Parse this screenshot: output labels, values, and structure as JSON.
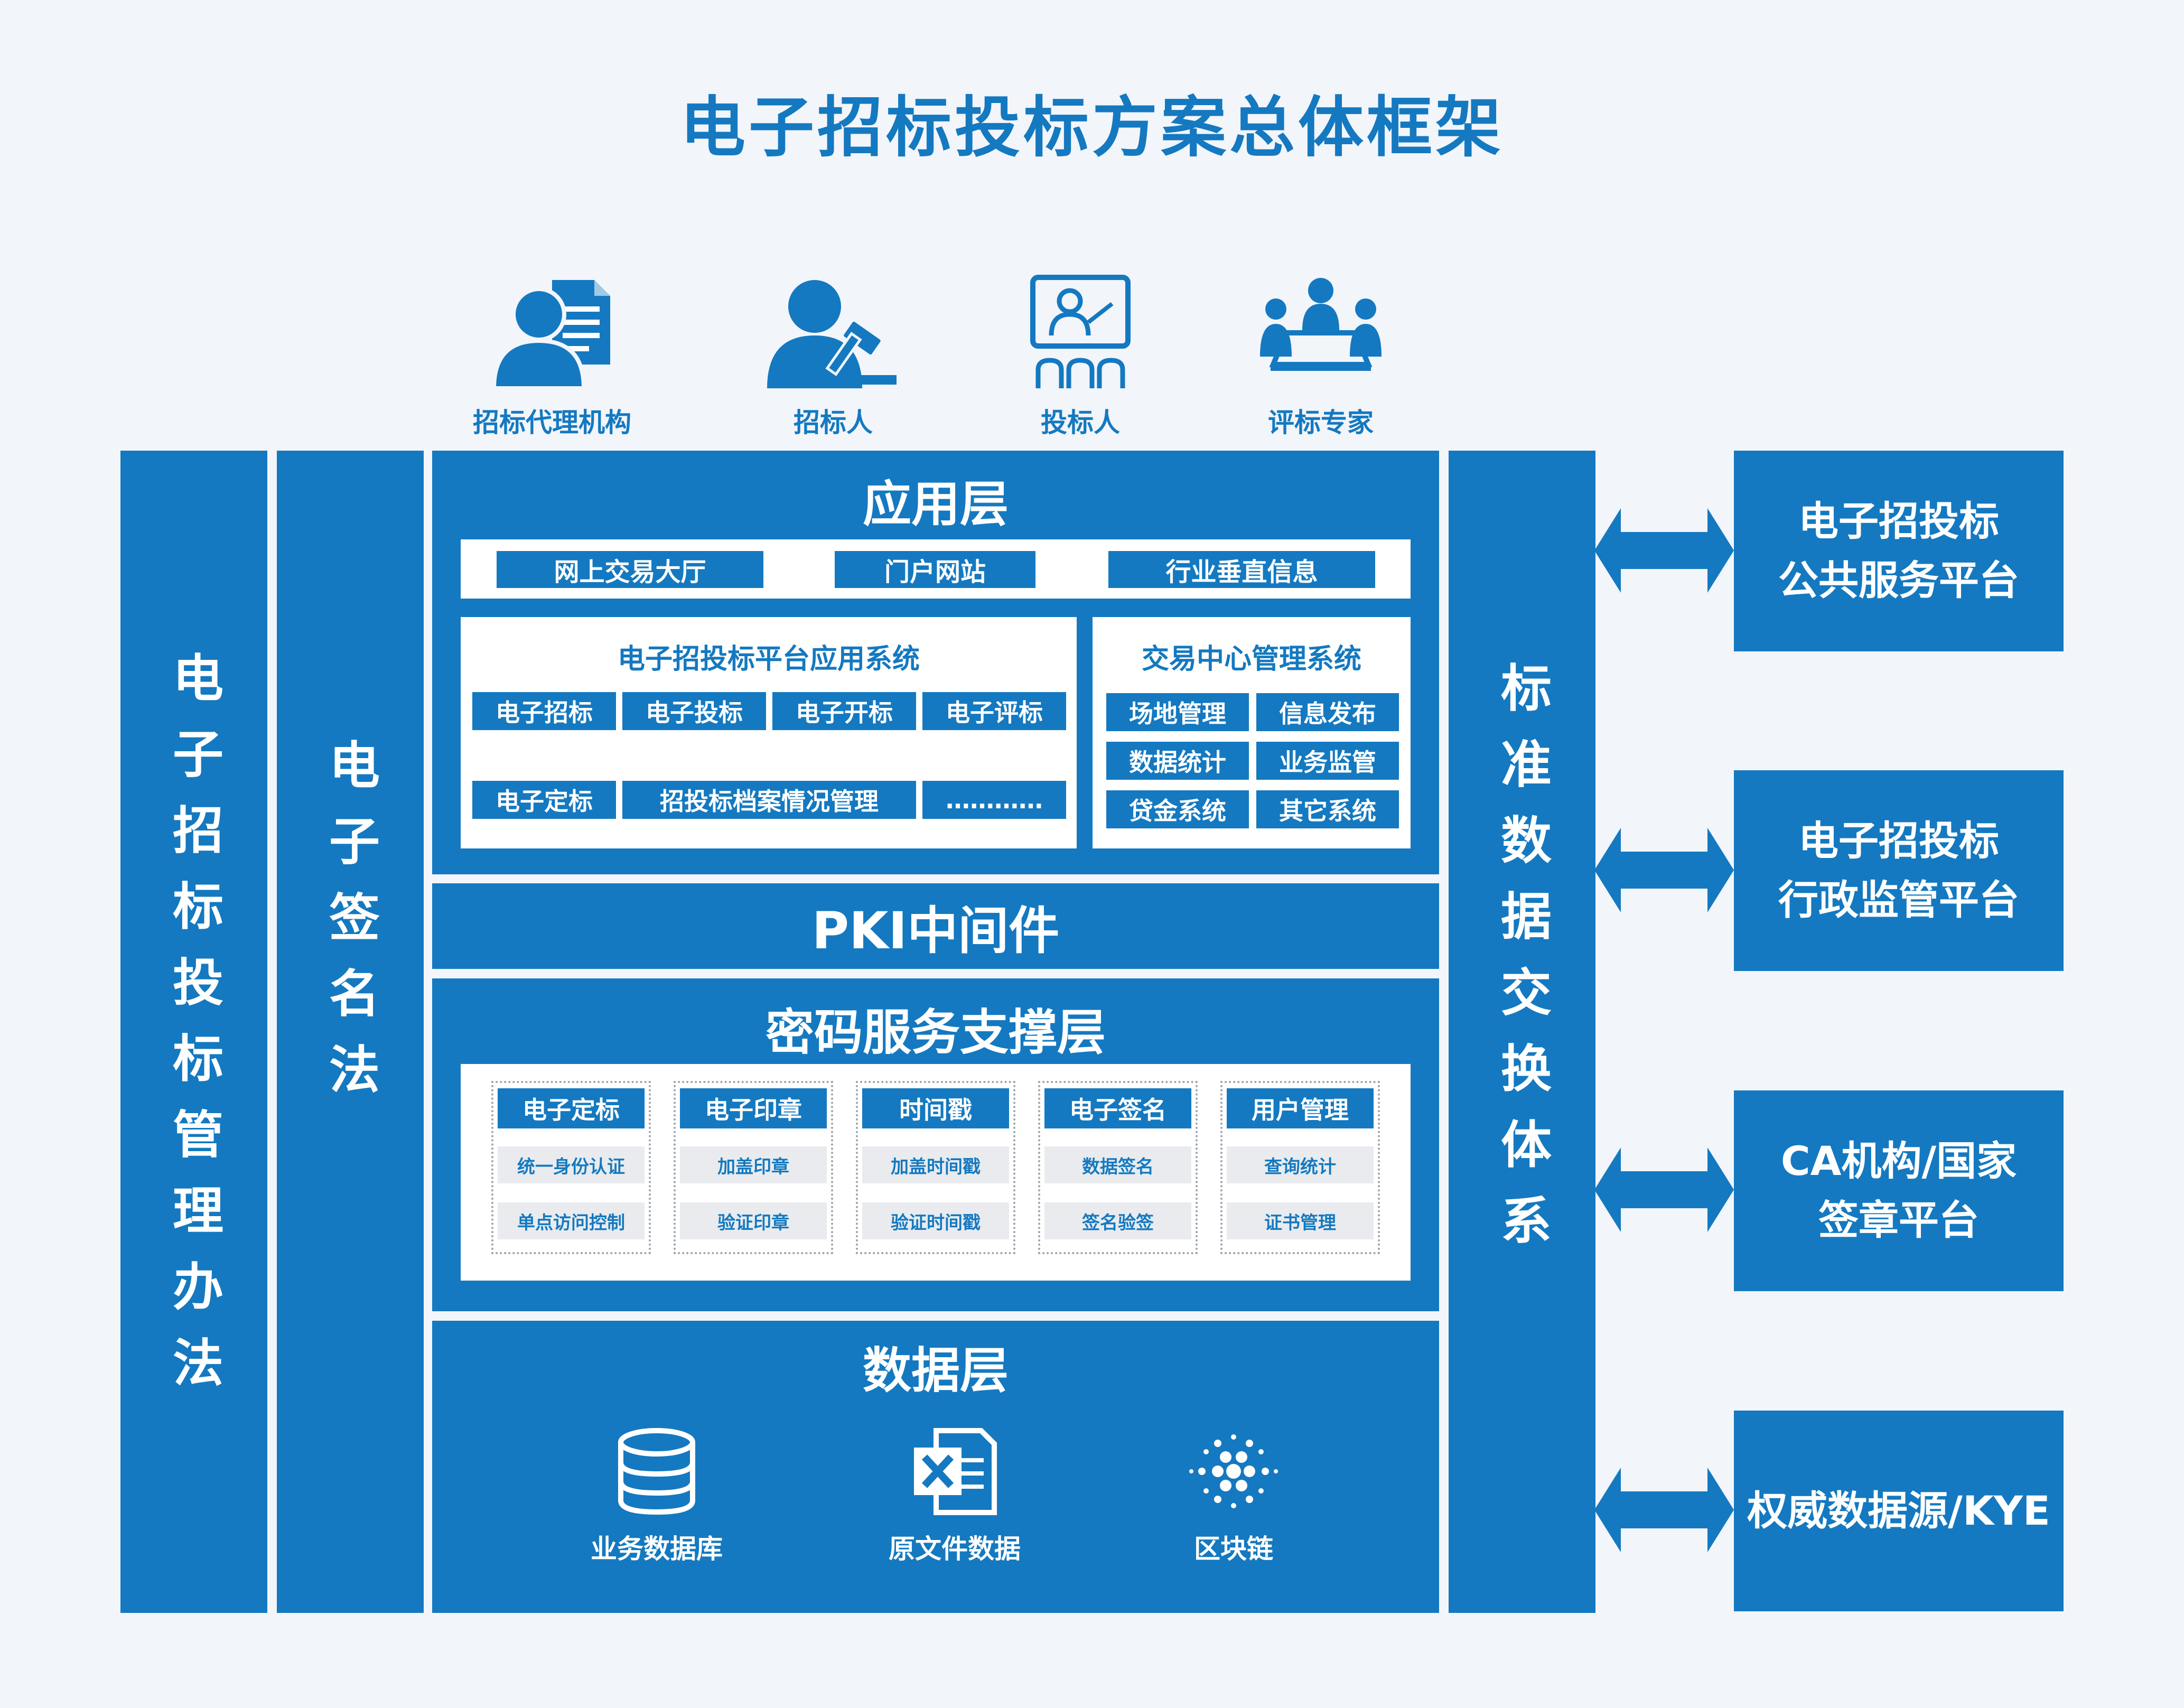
{
  "title": "电子招标投标方案总体框架",
  "actors": [
    {
      "label": "招标代理机构",
      "icon": "person-document-icon"
    },
    {
      "label": "招标人",
      "icon": "person-gavel-icon"
    },
    {
      "label": "投标人",
      "icon": "presentation-audience-icon"
    },
    {
      "label": "评标专家",
      "icon": "meeting-icon"
    }
  ],
  "left_columns": [
    "电子招标投标管理办法",
    "电子签名法"
  ],
  "application_layer": {
    "title": "应用层",
    "top_items": [
      "网上交易大厅",
      "门户网站",
      "行业垂直信息"
    ],
    "platform": {
      "title": "电子招投标平台应用系统",
      "row1": [
        "电子招标",
        "电子投标",
        "电子开标",
        "电子评标"
      ],
      "row2": [
        "电子定标",
        "招投标档案情况管理",
        "…………"
      ]
    },
    "center": {
      "title": "交易中心管理系统",
      "items": [
        "场地管理",
        "信息发布",
        "数据统计",
        "业务监管",
        "贷金系统",
        "其它系统"
      ]
    }
  },
  "pki": "PKI中间件",
  "crypto_layer": {
    "title": "密码服务支撑层",
    "columns": [
      {
        "head": "电子定标",
        "items": [
          "统一身份认证",
          "单点访问控制"
        ]
      },
      {
        "head": "电子印章",
        "items": [
          "加盖印章",
          "验证印章"
        ]
      },
      {
        "head": "时间戳",
        "items": [
          "加盖时间戳",
          "验证时间戳"
        ]
      },
      {
        "head": "电子签名",
        "items": [
          "数据签名",
          "签名验签"
        ]
      },
      {
        "head": "用户管理",
        "items": [
          "查询统计",
          "证书管理"
        ]
      }
    ]
  },
  "data_layer": {
    "title": "数据层",
    "items": [
      {
        "label": "业务数据库",
        "icon": "database-icon"
      },
      {
        "label": "原文件数据",
        "icon": "excel-file-icon"
      },
      {
        "label": "区块链",
        "icon": "blockchain-icon"
      }
    ]
  },
  "exchange_column": "标准数据交换体系",
  "platforms": [
    {
      "line1": "电子招投标",
      "line2": "公共服务平台"
    },
    {
      "line1": "电子招投标",
      "line2": "行政监管平台"
    },
    {
      "line1": "CA机构/国家",
      "line2": "签章平台"
    },
    {
      "line1": "权威数据源/KYE",
      "line2": ""
    }
  ],
  "colors": {
    "primary": "#1479c0",
    "background": "#f2f5fa",
    "grey": "#e9ebee"
  }
}
